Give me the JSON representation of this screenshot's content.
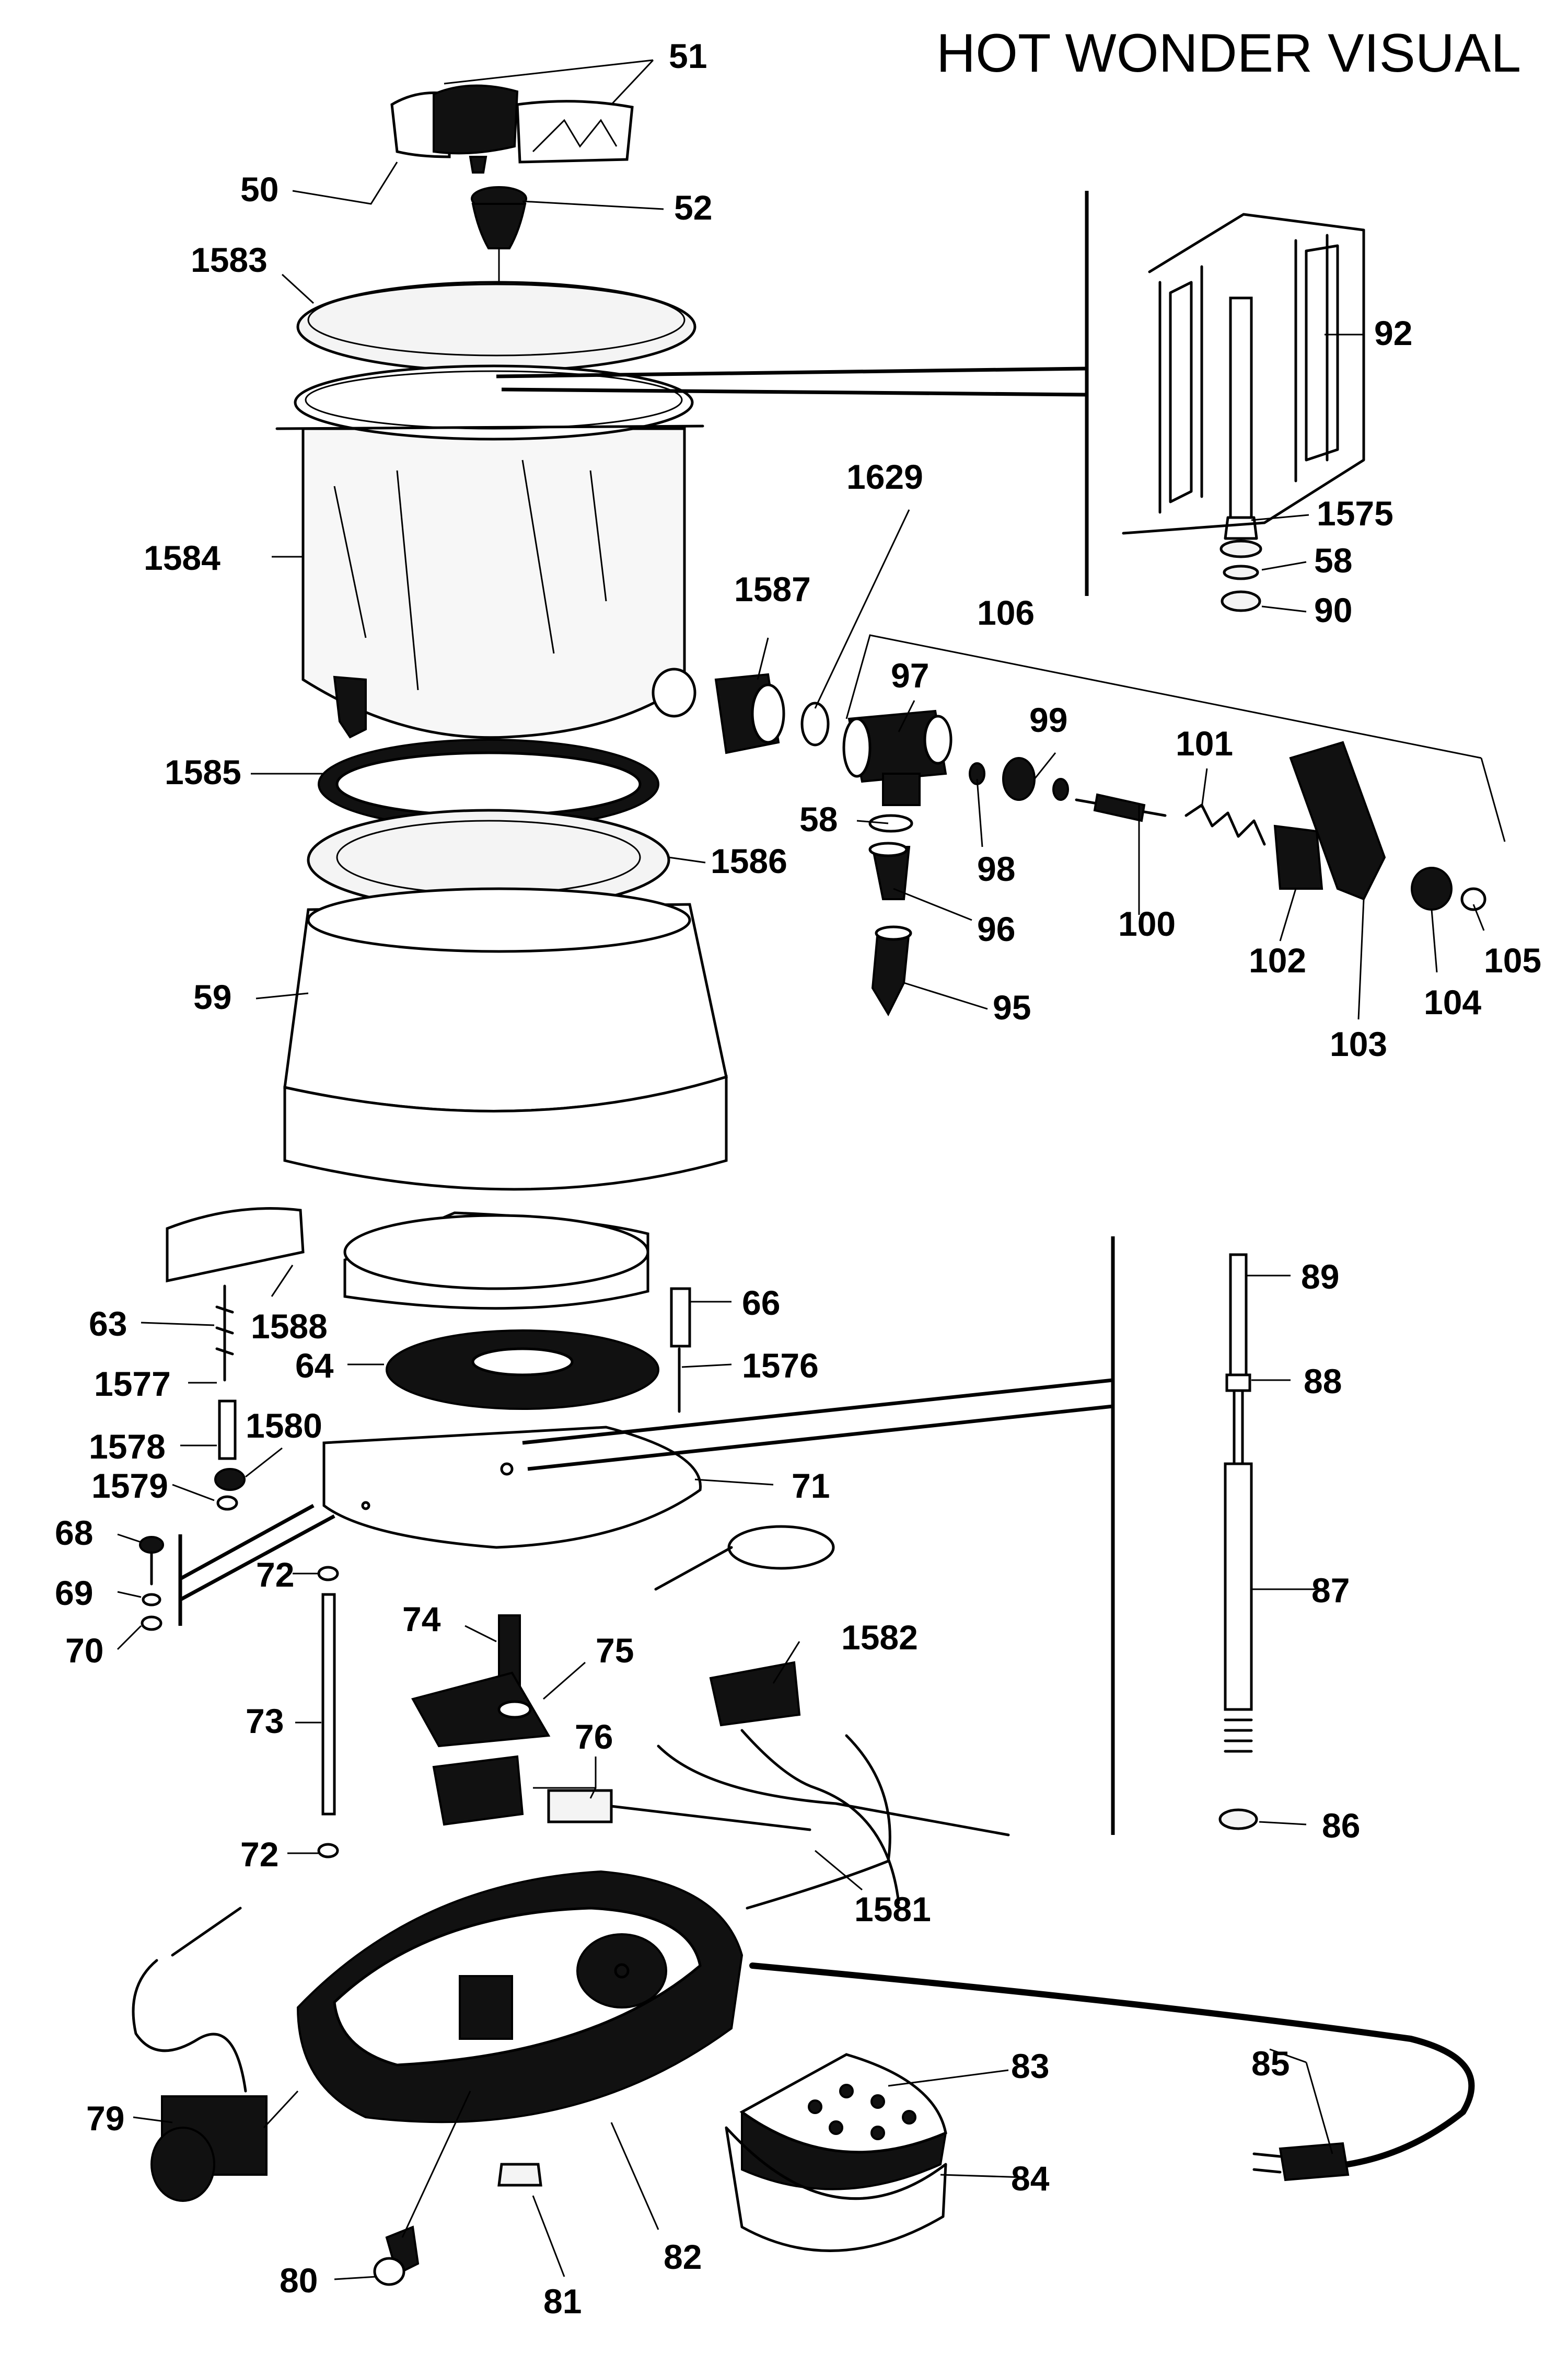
{
  "title": "HOT WONDER VISUAL",
  "labels": {
    "l51": "51",
    "l50": "50",
    "l52": "52",
    "l1583": "1583",
    "l92": "92",
    "l1584": "1584",
    "l1629": "1629",
    "l1575": "1575",
    "l58a": "58",
    "l90": "90",
    "l1587": "1587",
    "l106": "106",
    "l97": "97",
    "l99": "99",
    "l101": "101",
    "l1585": "1585",
    "l58b": "58",
    "l98": "98",
    "l1586": "1586",
    "l96": "96",
    "l100": "100",
    "l105": "105",
    "l102": "102",
    "l104": "104",
    "l59": "59",
    "l95": "95",
    "l103": "103",
    "l89": "89",
    "l66": "66",
    "l63": "63",
    "l1588": "1588",
    "l1576": "1576",
    "l64": "64",
    "l88": "88",
    "l1577": "1577",
    "l1578": "1578",
    "l1580": "1580",
    "l71": "71",
    "l1579": "1579",
    "l68": "68",
    "l72a": "72",
    "l87": "87",
    "l69": "69",
    "l74": "74",
    "l75": "75",
    "l1582": "1582",
    "l70": "70",
    "l73": "73",
    "l76": "76",
    "l86": "86",
    "l72b": "72",
    "l1581": "1581",
    "l83": "83",
    "l85": "85",
    "l79": "79",
    "l84": "84",
    "l82": "82",
    "l80": "80",
    "l81": "81"
  }
}
